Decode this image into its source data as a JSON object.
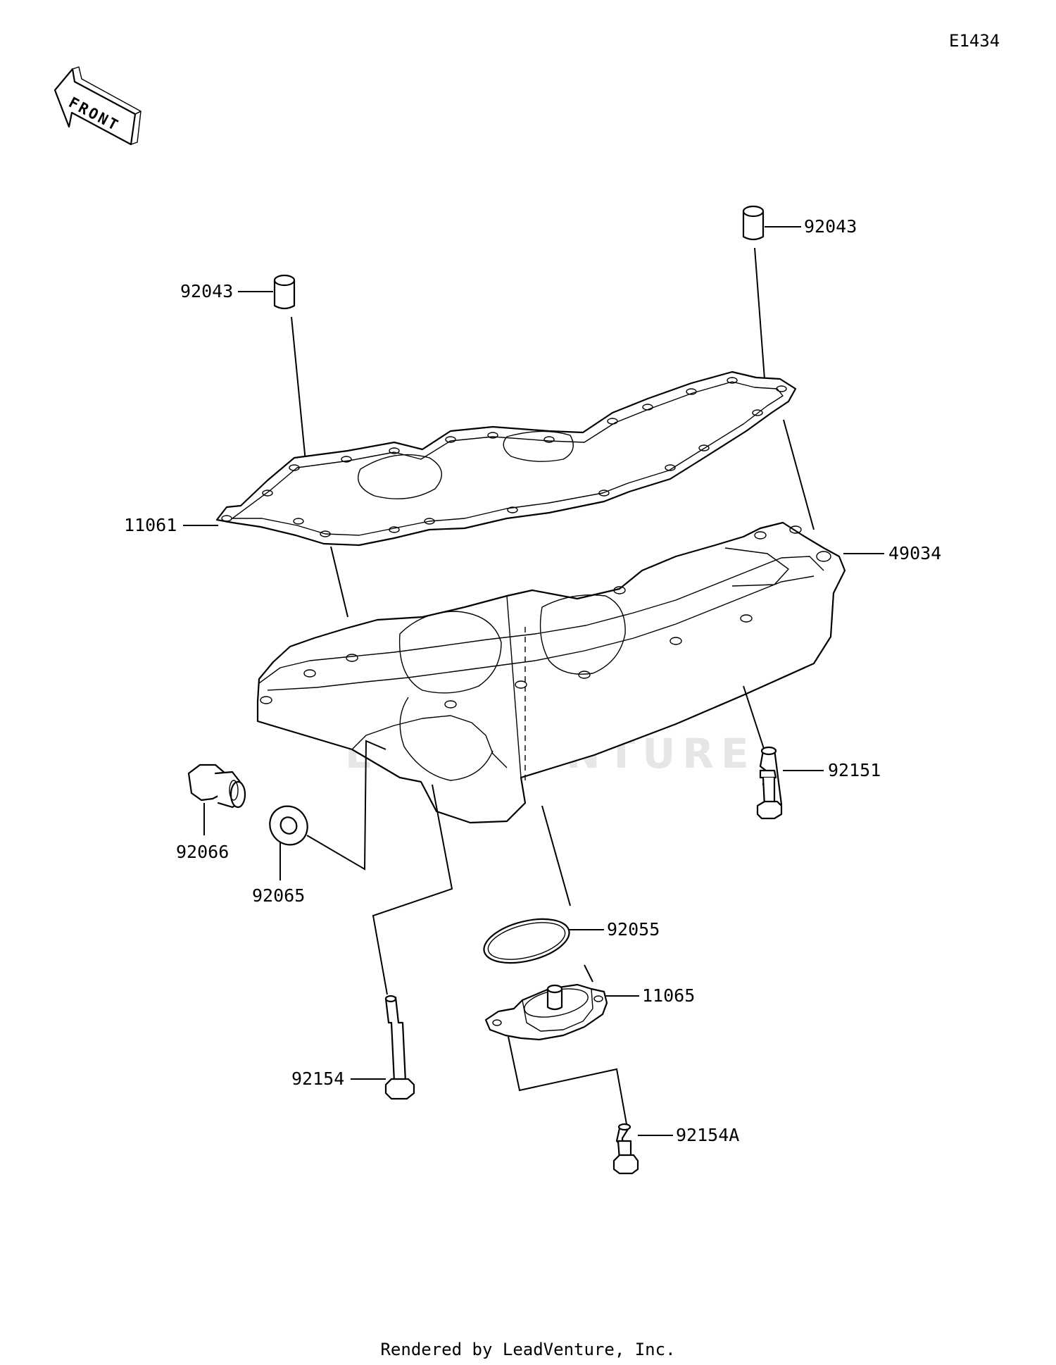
{
  "diagram_code": "E1434",
  "front_arrow_label": "FRONT",
  "watermark": "LEADVENTURE",
  "footer": "Rendered by LeadVenture, Inc.",
  "parts": {
    "dowel_pin_right": "92043",
    "dowel_pin_left": "92043",
    "gasket": "11061",
    "oil_pan": "49034",
    "bolt_pan": "92151",
    "drain_plug": "92066",
    "drain_washer": "92065",
    "o_ring": "92055",
    "cover": "11065",
    "bolt_long": "92154",
    "bolt_short": "92154A"
  }
}
